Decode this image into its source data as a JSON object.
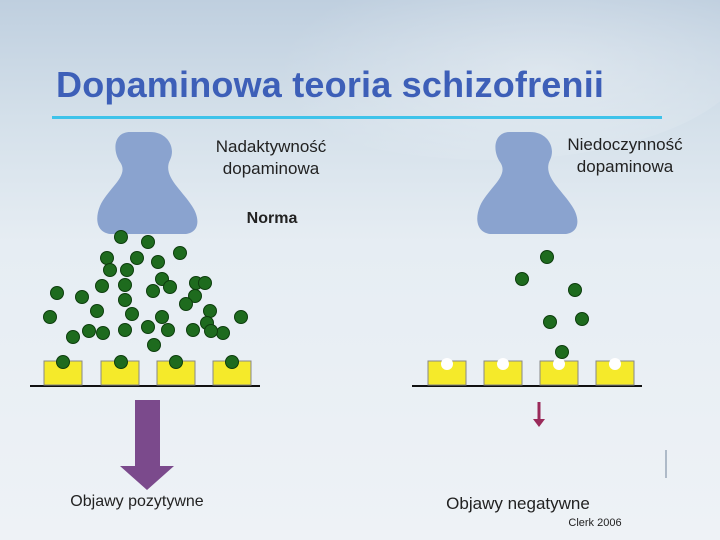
{
  "title": "Dopaminowa teoria schizofrenii",
  "labels": {
    "hyper": "Nadaktywność\ndopaminowa",
    "hypo": "Niedoczynność\ndopaminowa",
    "norm": "Norma",
    "positive": "Objawy pozytywne",
    "negative": "Objawy negatywne",
    "citation": "Clerk 2006"
  },
  "colors": {
    "title": "#3d5fb8",
    "rule": "#3ec3ea",
    "terminal": "#8aa3cf",
    "dopamine": "#1e6b1e",
    "receptor": "#f5ea2a",
    "arrow": "#7b4a8c"
  }
}
